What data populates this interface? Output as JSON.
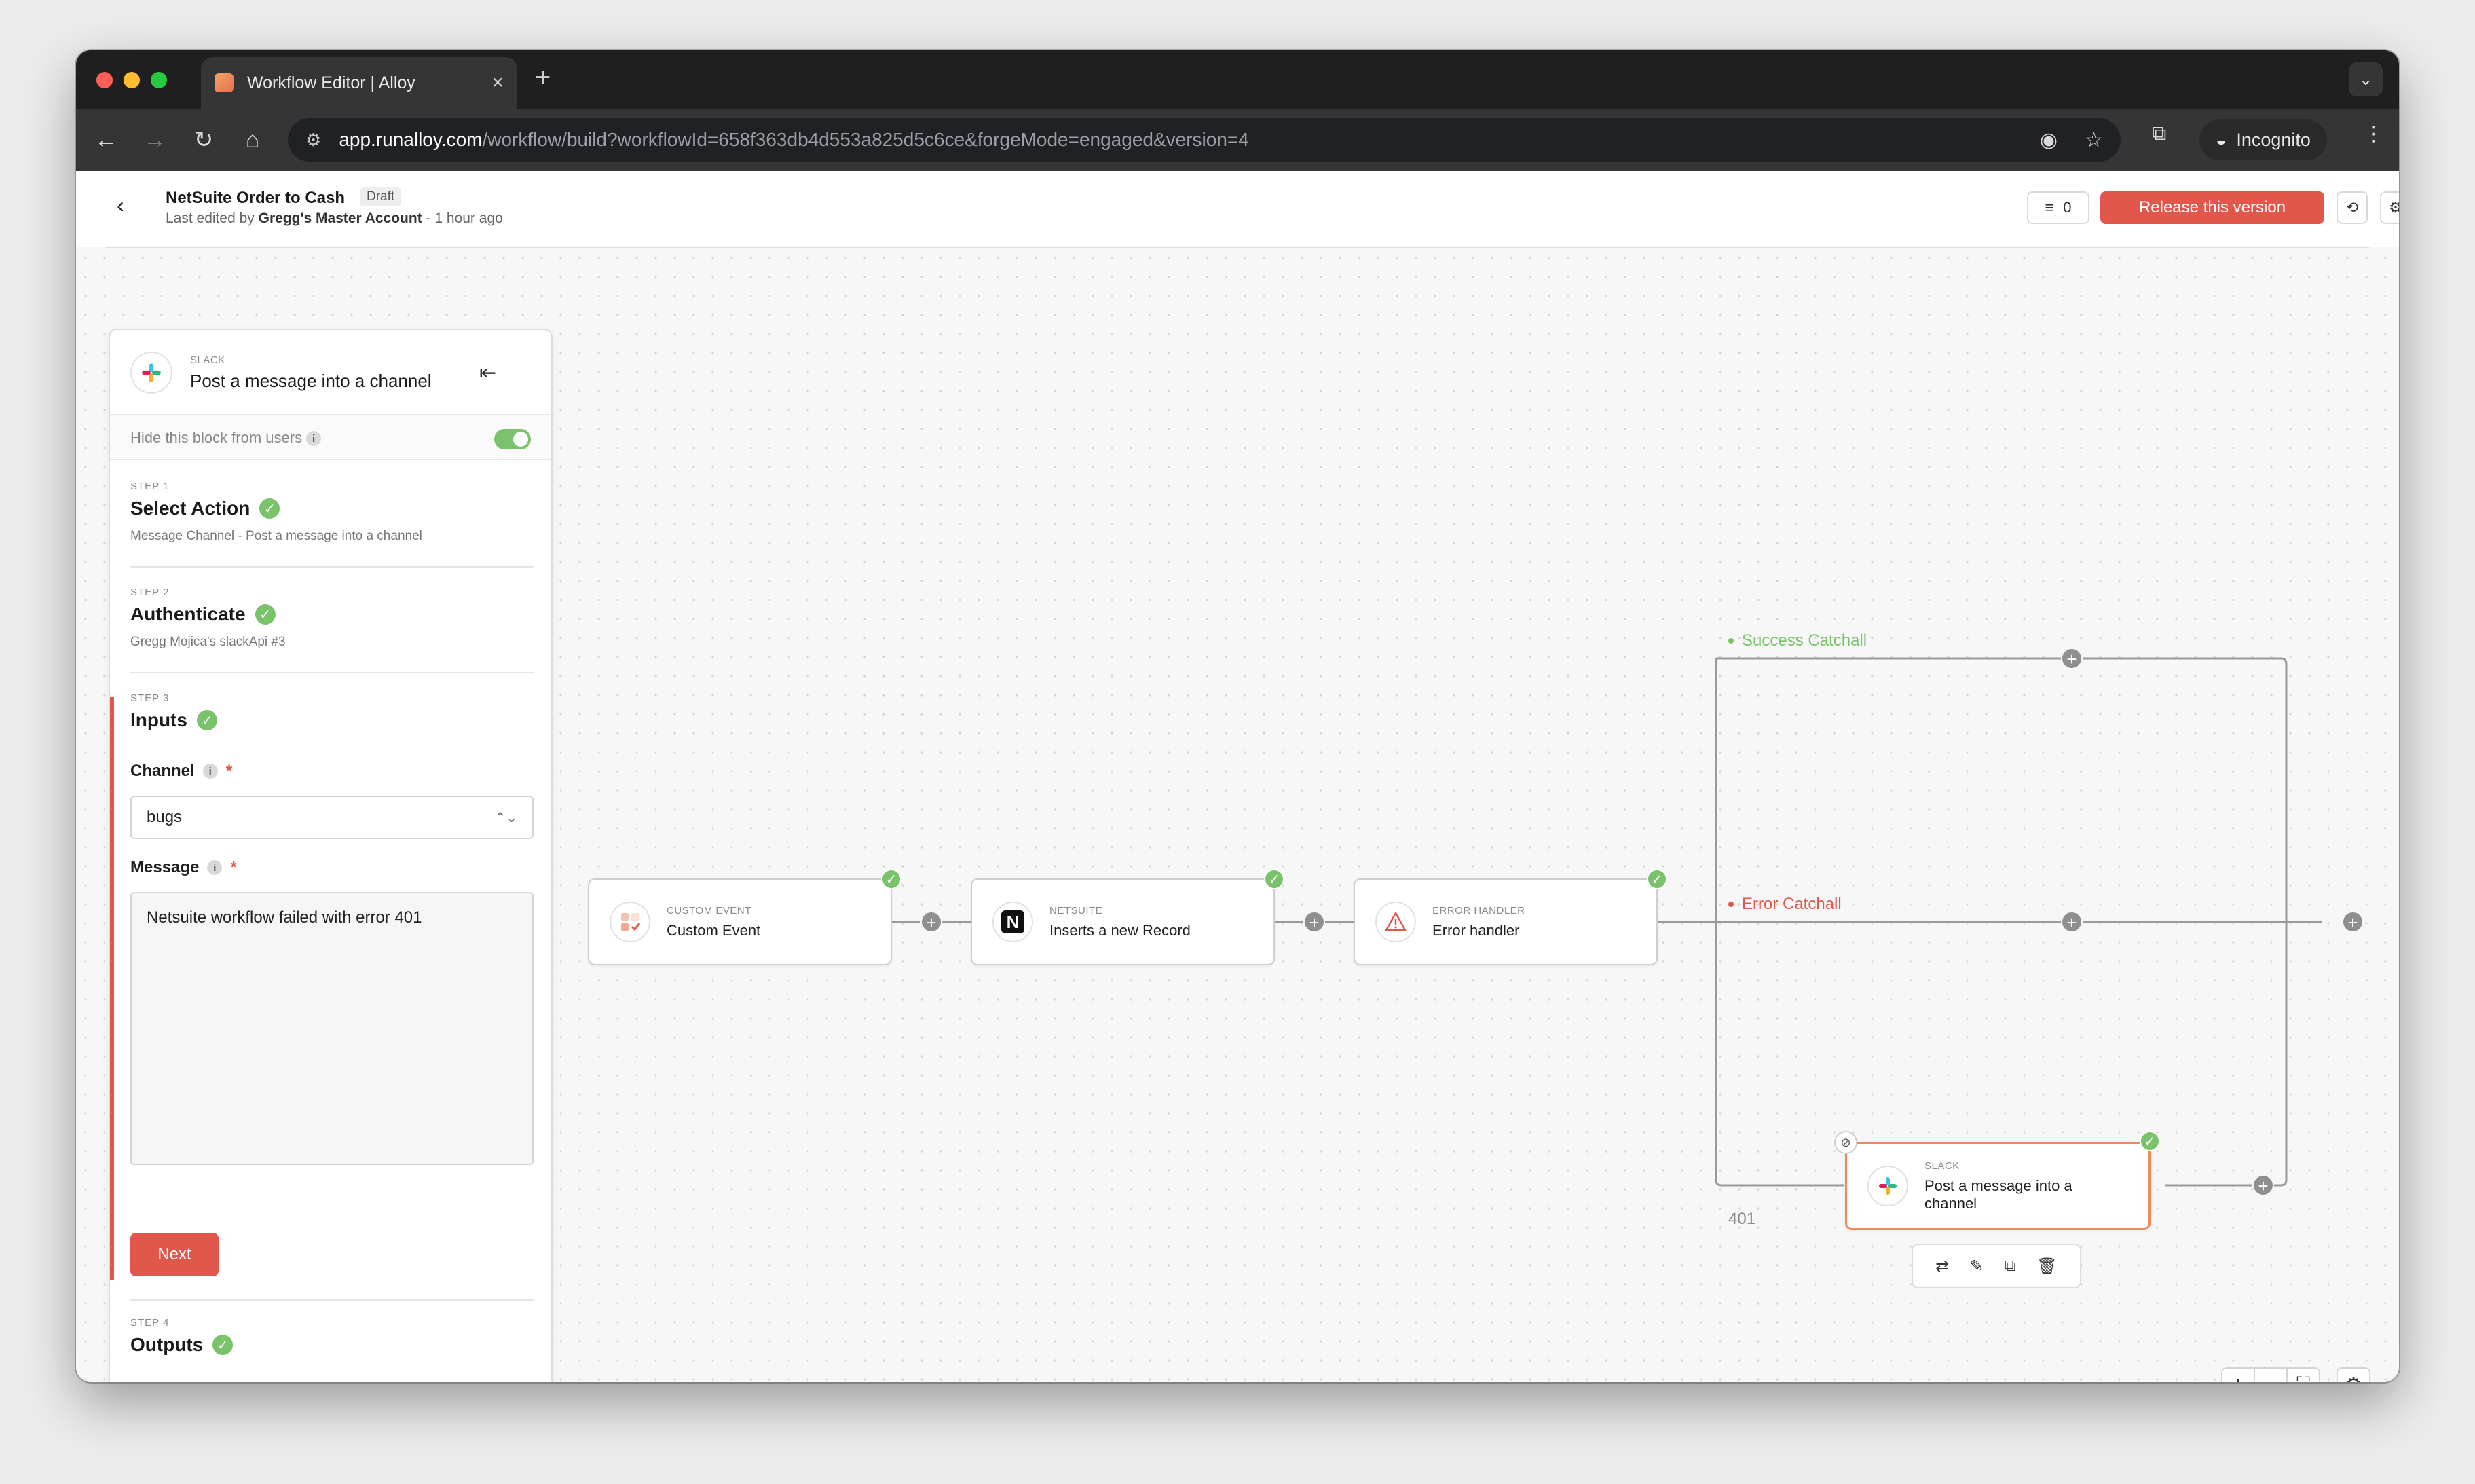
{
  "browser": {
    "tab_title": "Workflow Editor | Alloy",
    "url_host": "app.runalloy.com",
    "url_path": "/workflow/build?workflowId=658f363db4d553a825d5c6ce&forgeMode=engaged&version=4",
    "incognito_label": "Incognito"
  },
  "header": {
    "workflow_name": "NetSuite Order to Cash",
    "status_badge": "Draft",
    "edited_prefix": "Last edited by",
    "edited_by": "Gregg's Master Account",
    "edited_suffix": " - 1 hour ago",
    "issues_count": "0",
    "release_label": "Release this version"
  },
  "panel": {
    "app_type": "SLACK",
    "title": "Post a message into a channel",
    "hide_label": "Hide this block from users",
    "steps": [
      {
        "label": "STEP 1",
        "title": "Select Action",
        "sub": "Message Channel - Post a message into a channel"
      },
      {
        "label": "STEP 2",
        "title": "Authenticate",
        "sub": "Gregg Mojica's slackApi #3"
      },
      {
        "label": "STEP 3",
        "title": "Inputs"
      },
      {
        "label": "STEP 4",
        "title": "Outputs"
      }
    ],
    "channel_label": "Channel",
    "channel_value": "bugs",
    "message_label": "Message",
    "message_value": "Netsuite workflow failed with error 401",
    "next_label": "Next"
  },
  "canvas": {
    "nodes": [
      {
        "type": "CUSTOM EVENT",
        "title": "Custom Event"
      },
      {
        "type": "NETSUITE",
        "title": "Inserts a new Record"
      },
      {
        "type": "ERROR HANDLER",
        "title": "Error handler"
      },
      {
        "type": "SLACK",
        "title": "Post a message into a channel"
      }
    ],
    "success_label": "Success Catchall",
    "error_label": "Error Catchall",
    "code_label": "401"
  },
  "colors": {
    "accent": "#e2574c",
    "success": "#7ac36b",
    "error": "#e2574c"
  }
}
